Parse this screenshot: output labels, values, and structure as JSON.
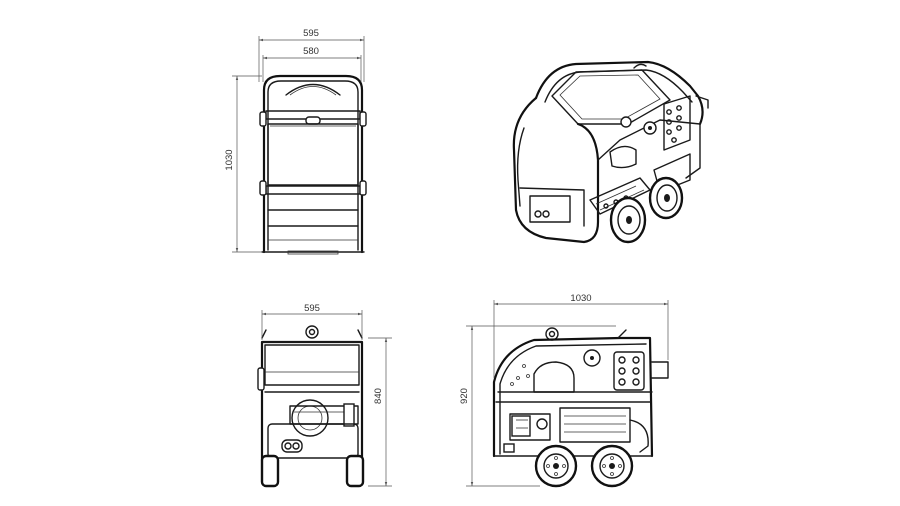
{
  "dimensions": {
    "front_outer_width": "595",
    "front_inner_width": "580",
    "front_height": "1030",
    "rear_width": "595",
    "rear_height": "840",
    "side_length": "1030",
    "side_height": "920"
  },
  "colors": {
    "line": "#1a1a1a",
    "dimension": "#555555",
    "background": "#ffffff"
  }
}
